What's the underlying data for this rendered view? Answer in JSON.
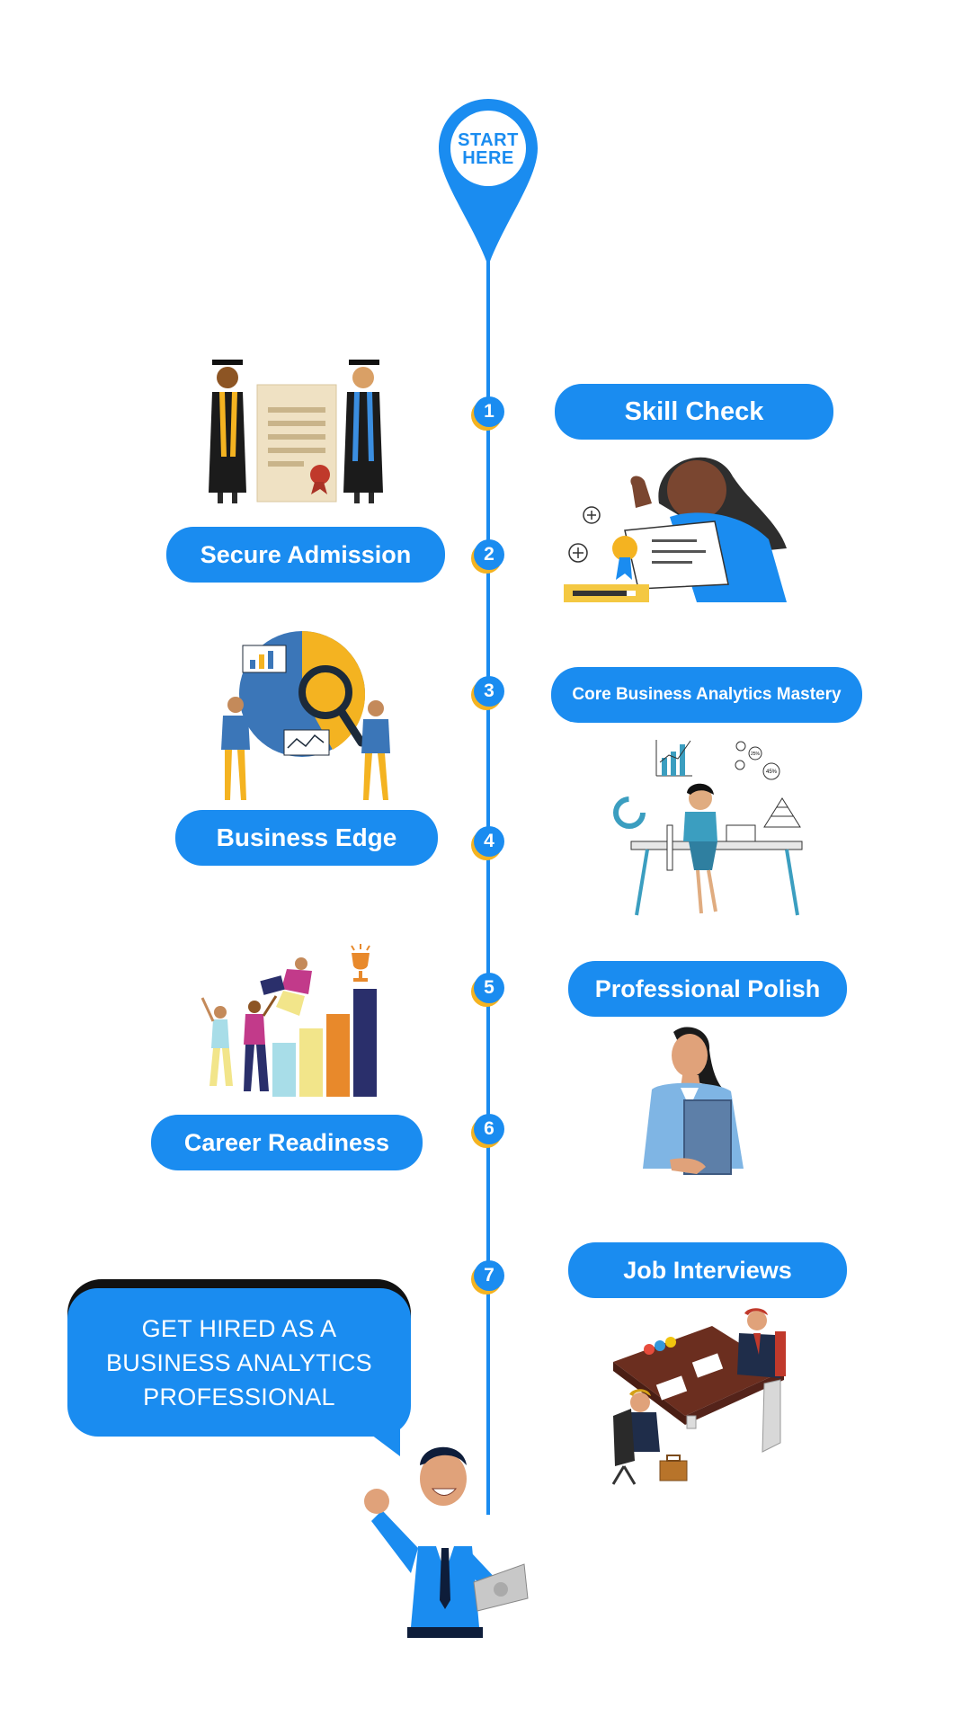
{
  "start_pin": {
    "line1": "START",
    "line2": "HERE"
  },
  "steps": [
    {
      "number": "1",
      "label": "Skill Check"
    },
    {
      "number": "2",
      "label": "Secure Admission"
    },
    {
      "number": "3",
      "label": "Core Business Analytics Mastery"
    },
    {
      "number": "4",
      "label": "Business Edge"
    },
    {
      "number": "5",
      "label": "Professional Polish"
    },
    {
      "number": "6",
      "label": "Career Readiness"
    },
    {
      "number": "7",
      "label": "Job Interviews"
    }
  ],
  "goal": {
    "line1": "GET HIRED AS A",
    "line2": "BUSINESS ANALYTICS",
    "line3": "PROFESSIONAL"
  },
  "chart_icons": {
    "pct1": "25%",
    "pct2": "45%"
  },
  "colors": {
    "primary": "#1a8cf0",
    "accent": "#f4b321",
    "text_on_primary": "#ffffff"
  }
}
